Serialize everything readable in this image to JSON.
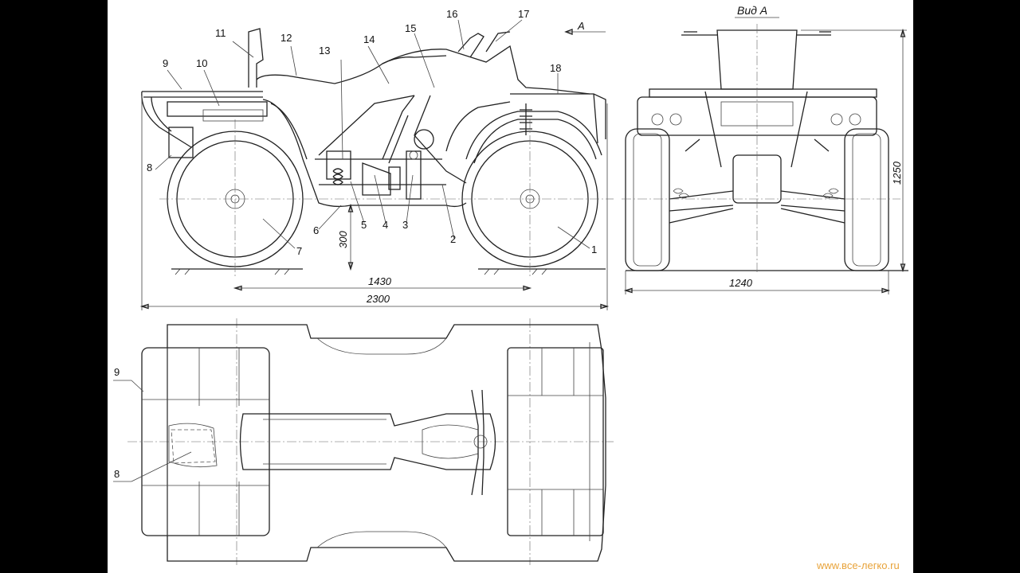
{
  "labels": {
    "p1": "1",
    "p2": "2",
    "p3": "3",
    "p4": "4",
    "p5": "5",
    "p6": "6",
    "p7": "7",
    "p8": "8",
    "p9": "9",
    "p10": "10",
    "p11": "11",
    "p12": "12",
    "p13": "13",
    "p14": "14",
    "p15": "15",
    "p16": "16",
    "p17": "17",
    "p18": "18",
    "arrow_a": "A"
  },
  "dimensions": {
    "wheelbase": "1430",
    "overall_length": "2300",
    "ground_clearance": "300",
    "overall_width": "1240",
    "overall_height": "1250"
  },
  "view_title": "Вид А",
  "watermark": "www.все-легко.ru"
}
